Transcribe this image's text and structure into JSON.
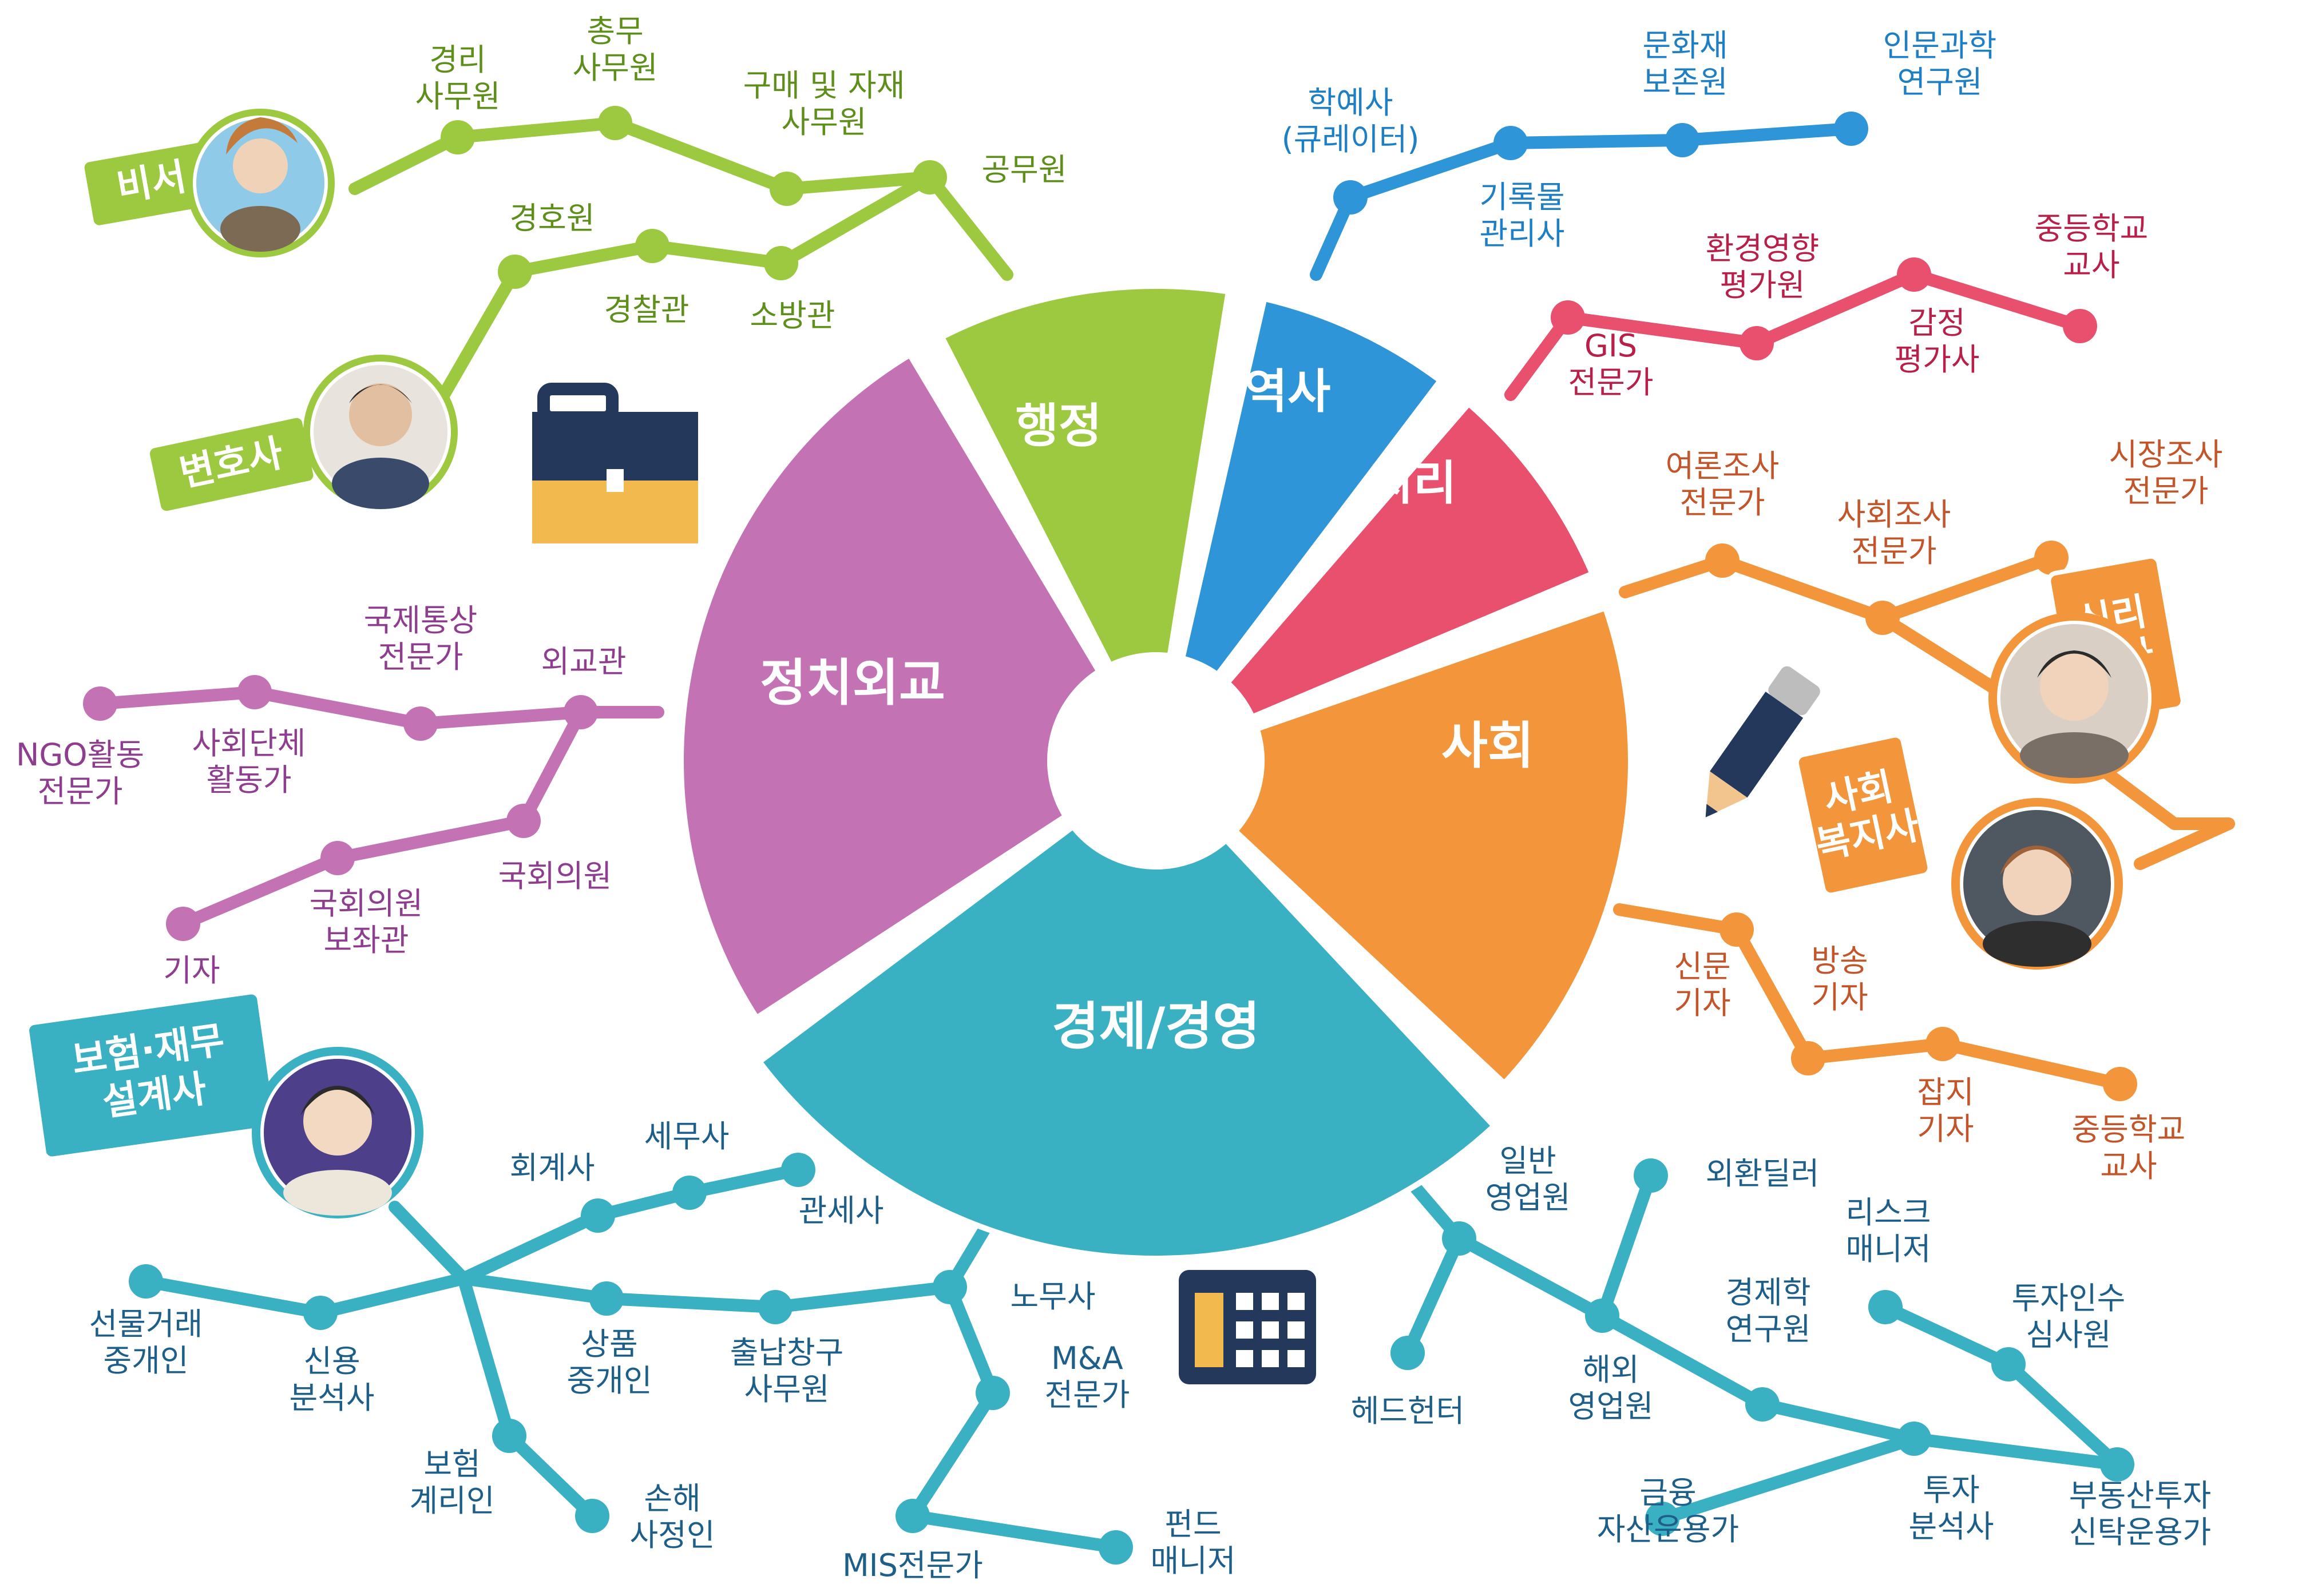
{
  "center_wheel": {
    "segments": [
      {
        "id": "admin",
        "label": "행정",
        "color": "#9dc940"
      },
      {
        "id": "history",
        "label": "역사",
        "color": "#2e95d8"
      },
      {
        "id": "geography",
        "label": "지리",
        "color": "#e8506e"
      },
      {
        "id": "society",
        "label": "사회",
        "color": "#f3953a"
      },
      {
        "id": "economy",
        "label": "경제/경영",
        "color": "#3ab0c3"
      },
      {
        "id": "politics",
        "label": "정치외교",
        "color": "#c373b3"
      }
    ]
  },
  "branches": {
    "admin": {
      "color": "#9dc940",
      "text_color": "#5f8f1b",
      "badges": [
        "비서",
        "변호사"
      ],
      "nodes": [
        {
          "id": "accounting_clerk",
          "lines": [
            "경리",
            "사무원"
          ]
        },
        {
          "id": "general_clerk",
          "lines": [
            "총무",
            "사무원"
          ]
        },
        {
          "id": "purchasing_clerk",
          "lines": [
            "구매 및 자재",
            "사무원"
          ]
        },
        {
          "id": "civil_servant",
          "lines": [
            "공무원"
          ]
        },
        {
          "id": "security_guard",
          "lines": [
            "경호원"
          ]
        },
        {
          "id": "police",
          "lines": [
            "경찰관"
          ]
        },
        {
          "id": "firefighter",
          "lines": [
            "소방관"
          ]
        }
      ]
    },
    "history": {
      "color": "#2e95d8",
      "text_color": "#1f7fc4",
      "nodes": [
        {
          "id": "curator",
          "lines": [
            "학예사",
            "(큐레이터)"
          ]
        },
        {
          "id": "records_manager",
          "lines": [
            "기록물",
            "관리사"
          ]
        },
        {
          "id": "conservator",
          "lines": [
            "문화재",
            "보존원"
          ]
        },
        {
          "id": "humanities_researcher",
          "lines": [
            "인문과학",
            "연구원"
          ]
        }
      ]
    },
    "geography": {
      "color": "#e8506e",
      "text_color": "#b8204a",
      "nodes": [
        {
          "id": "gis",
          "lines": [
            "GIS",
            "전문가"
          ]
        },
        {
          "id": "env_assessor",
          "lines": [
            "환경영향",
            "평가원"
          ]
        },
        {
          "id": "appraiser",
          "lines": [
            "감정",
            "평가사"
          ]
        },
        {
          "id": "geo_teacher",
          "lines": [
            "중등학교",
            "교사"
          ]
        }
      ]
    },
    "society": {
      "color": "#f3953a",
      "text_color": "#c2552a",
      "badges": [
        "심리학자",
        "사회복지사"
      ],
      "nodes": [
        {
          "id": "poll_expert",
          "lines": [
            "여론조사",
            "전문가"
          ]
        },
        {
          "id": "social_survey",
          "lines": [
            "사회조사",
            "전문가"
          ]
        },
        {
          "id": "market_research",
          "lines": [
            "시장조사",
            "전문가"
          ]
        },
        {
          "id": "newspaper_reporter",
          "lines": [
            "신문",
            "기자"
          ]
        },
        {
          "id": "broadcast_reporter",
          "lines": [
            "방송",
            "기자"
          ]
        },
        {
          "id": "magazine_reporter",
          "lines": [
            "잡지",
            "기자"
          ]
        },
        {
          "id": "society_teacher",
          "lines": [
            "중등학교",
            "교사"
          ]
        }
      ]
    },
    "politics": {
      "color": "#c373b3",
      "text_color": "#8e3d8f",
      "nodes": [
        {
          "id": "trade_expert",
          "lines": [
            "국제통상",
            "전문가"
          ]
        },
        {
          "id": "diplomat",
          "lines": [
            "외교관"
          ]
        },
        {
          "id": "social_activist",
          "lines": [
            "사회단체",
            "활동가"
          ]
        },
        {
          "id": "ngo",
          "lines": [
            "NGO활동",
            "전문가"
          ]
        },
        {
          "id": "lawmaker",
          "lines": [
            "국회의원"
          ]
        },
        {
          "id": "aide",
          "lines": [
            "국회의원",
            "보좌관"
          ]
        },
        {
          "id": "reporter",
          "lines": [
            "기자"
          ]
        }
      ]
    },
    "economy": {
      "color": "#3ab0c3",
      "text_color": "#1e5f8a",
      "badges": [
        "보험·재무",
        "설계사"
      ],
      "nodes": [
        {
          "id": "accountant",
          "lines": [
            "회계사"
          ]
        },
        {
          "id": "tax_accountant",
          "lines": [
            "세무사"
          ]
        },
        {
          "id": "customs_broker",
          "lines": [
            "관세사"
          ]
        },
        {
          "id": "futures_broker",
          "lines": [
            "선물거래",
            "중개인"
          ]
        },
        {
          "id": "credit_analyst",
          "lines": [
            "신용",
            "분석사"
          ]
        },
        {
          "id": "commodity_broker",
          "lines": [
            "상품",
            "중개인"
          ]
        },
        {
          "id": "teller",
          "lines": [
            "출납창구",
            "사무원"
          ]
        },
        {
          "id": "actuary",
          "lines": [
            "보험",
            "계리인"
          ]
        },
        {
          "id": "loss_adjuster",
          "lines": [
            "손해",
            "사정인"
          ]
        },
        {
          "id": "labor_attorney",
          "lines": [
            "노무사"
          ]
        },
        {
          "id": "mna",
          "lines": [
            "M&A",
            "전문가"
          ]
        },
        {
          "id": "mis",
          "lines": [
            "MIS전문가"
          ]
        },
        {
          "id": "fund_manager",
          "lines": [
            "펀드",
            "매니저"
          ]
        },
        {
          "id": "sales_rep",
          "lines": [
            "일반",
            "영업원"
          ]
        },
        {
          "id": "fx_dealer",
          "lines": [
            "외환딜러"
          ]
        },
        {
          "id": "headhunter",
          "lines": [
            "헤드헌터"
          ]
        },
        {
          "id": "overseas_sales",
          "lines": [
            "해외",
            "영업원"
          ]
        },
        {
          "id": "economist",
          "lines": [
            "경제학",
            "연구원"
          ]
        },
        {
          "id": "risk_manager",
          "lines": [
            "리스크",
            "매니저"
          ]
        },
        {
          "id": "underwriter",
          "lines": [
            "투자인수",
            "심사원"
          ]
        },
        {
          "id": "asset_manager",
          "lines": [
            "금융",
            "자산운용가"
          ]
        },
        {
          "id": "investment_analyst",
          "lines": [
            "투자",
            "분석사"
          ]
        },
        {
          "id": "reit_manager",
          "lines": [
            "부동산투자",
            "신탁운용가"
          ]
        }
      ]
    }
  },
  "icons": [
    "briefcase-icon",
    "pencil-icon",
    "calculator-icon"
  ]
}
